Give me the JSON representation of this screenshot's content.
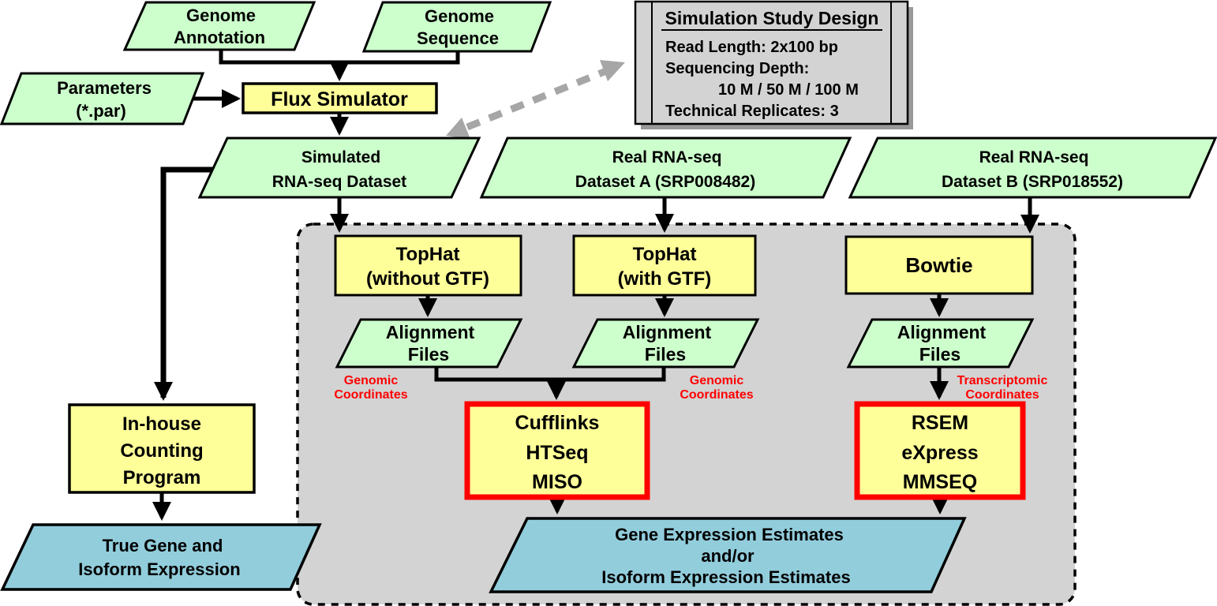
{
  "colors": {
    "green": "#ccffcc",
    "yellow": "#ffff99",
    "blue": "#92cddc",
    "gray_panel": "#d3d3d3",
    "red_text": "#ff0000",
    "gray_arrow": "#a6a6a6",
    "shadow": "#999999"
  },
  "nodes": {
    "genome_annotation": {
      "line1": "Genome",
      "line2": "Annotation"
    },
    "genome_sequence": {
      "line1": "Genome",
      "line2": "Sequence"
    },
    "parameters": {
      "line1": "Parameters",
      "line2": "(*.par)"
    },
    "flux_simulator": {
      "label": "Flux Simulator"
    },
    "simulated_dataset": {
      "line1": "Simulated",
      "line2": "RNA-seq Dataset"
    },
    "real_dataset_a": {
      "line1": "Real RNA-seq",
      "line2": "Dataset A (SRP008482)"
    },
    "real_dataset_b": {
      "line1": "Real RNA-seq",
      "line2": "Dataset B (SRP018552)"
    },
    "tophat_no_gtf": {
      "line1": "TopHat",
      "line2": "(without GTF)"
    },
    "tophat_gtf": {
      "line1": "TopHat",
      "line2": "(with GTF)"
    },
    "bowtie": {
      "label": "Bowtie"
    },
    "alignment_left": {
      "line1": "Alignment",
      "line2": "Files"
    },
    "alignment_mid": {
      "line1": "Alignment",
      "line2": "Files"
    },
    "alignment_right": {
      "line1": "Alignment",
      "line2": "Files"
    },
    "quant_genomic": {
      "line1": "Cufflinks",
      "line2": "HTSeq",
      "line3": "MISO"
    },
    "quant_transcriptomic": {
      "line1": "RSEM",
      "line2": "eXpress",
      "line3": "MMSEQ"
    },
    "inhouse_counting": {
      "line1": "In-house",
      "line2": "Counting",
      "line3": "Program"
    },
    "true_expression": {
      "line1": "True Gene and",
      "line2": "Isoform Expression"
    },
    "expression_estimates": {
      "line1": "Gene Expression Estimates",
      "line2": "and/or",
      "line3": "Isoform Expression Estimates"
    }
  },
  "labels": {
    "genomic_left": {
      "line1": "Genomic",
      "line2": "Coordinates"
    },
    "genomic_right": {
      "line1": "Genomic",
      "line2": "Coordinates"
    },
    "transcriptomic": {
      "line1": "Transcriptomic",
      "line2": "Coordinates"
    }
  },
  "study_design": {
    "title": "Simulation Study Design",
    "line1": "Read Length: 2x100 bp",
    "line2": "Sequencing Depth:",
    "line3": "10 M / 50 M / 100 M",
    "line4": "Technical Replicates: 3"
  }
}
